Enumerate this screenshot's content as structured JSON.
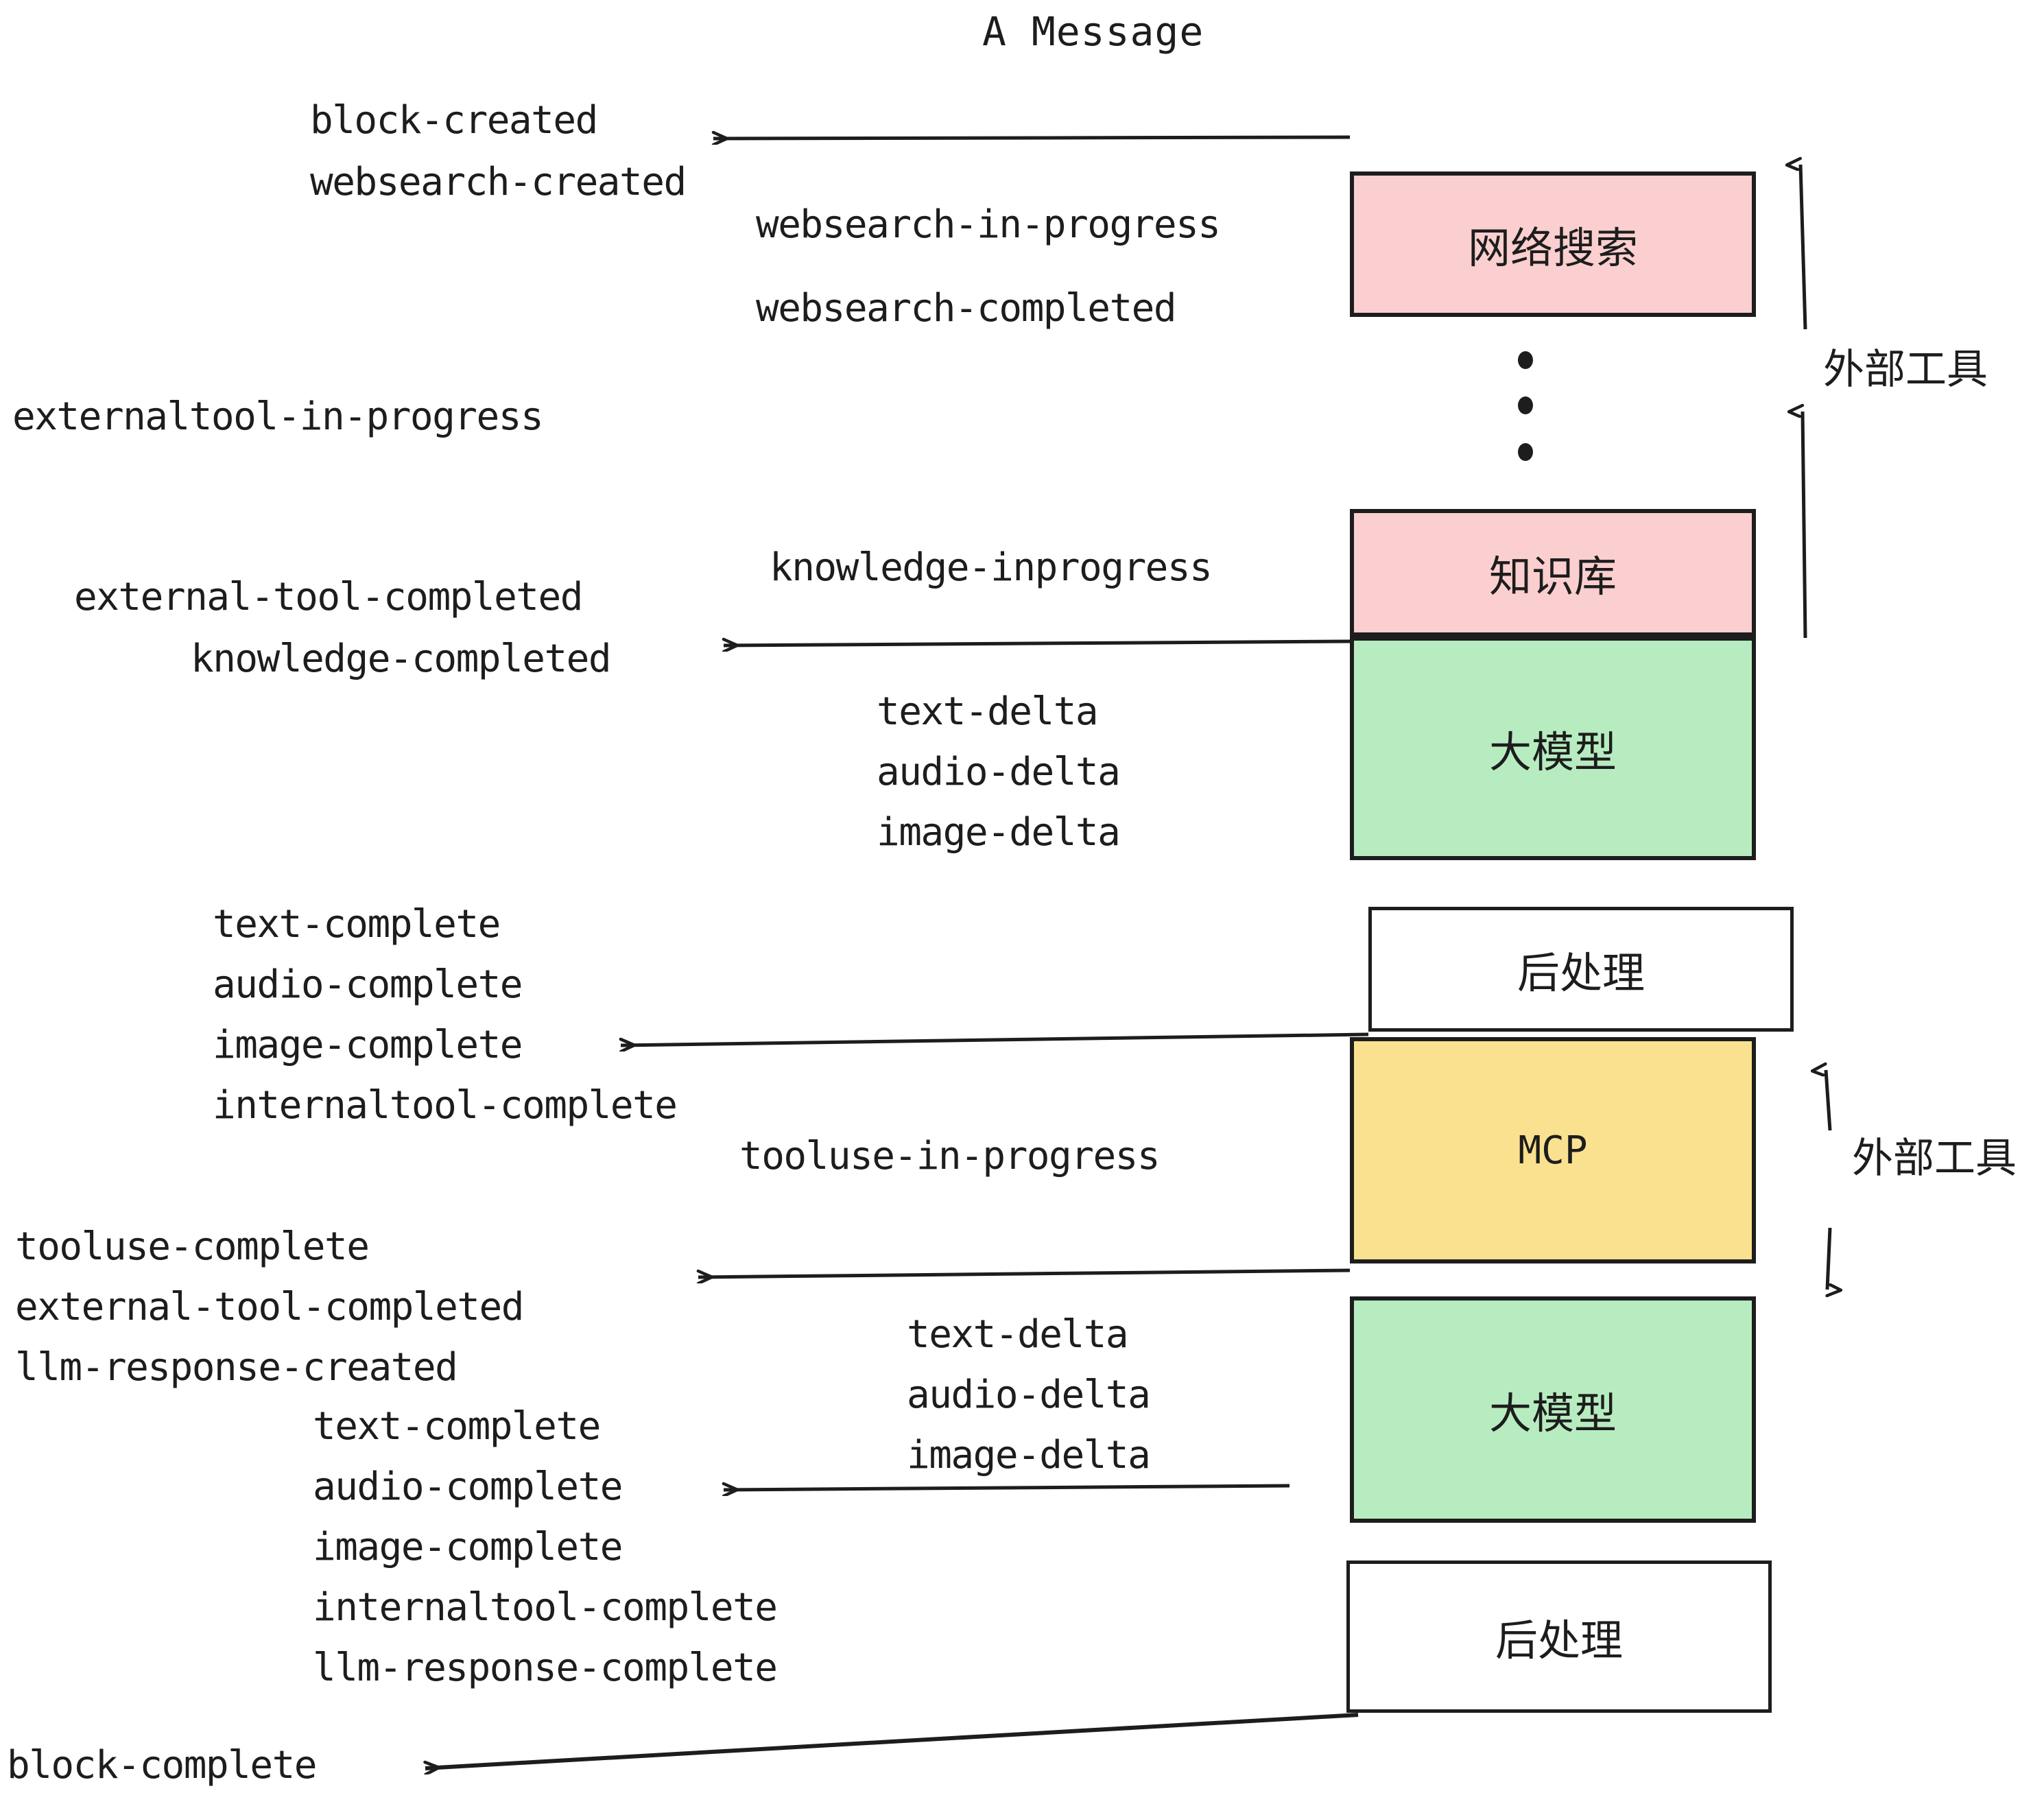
{
  "title": "A Message",
  "colors": {
    "external_tool_box": "#fbcfcf",
    "llm_box": "#b7ecc0",
    "mcp_box": "#fae18f",
    "postprocess_box": "#ffffff",
    "stroke": "#1d1d1d"
  },
  "nodes": [
    {
      "id": "websearch",
      "label": "网络搜索",
      "fill": "pink"
    },
    {
      "id": "knowledge",
      "label": "知识库",
      "fill": "pink"
    },
    {
      "id": "llm-1",
      "label": "大模型",
      "fill": "green"
    },
    {
      "id": "postprocess-1",
      "label": "后处理",
      "fill": "white"
    },
    {
      "id": "mcp",
      "label": "MCP",
      "fill": "yellow"
    },
    {
      "id": "llm-2",
      "label": "大模型",
      "fill": "green"
    },
    {
      "id": "postprocess-2",
      "label": "后处理",
      "fill": "white"
    }
  ],
  "side_labels": [
    {
      "id": "external-tool-top",
      "text": "外部工具"
    },
    {
      "id": "external-tool-bottom",
      "text": "外部工具"
    }
  ],
  "events": [
    {
      "id": "block-created",
      "text": "block-created"
    },
    {
      "id": "websearch-created",
      "text": "websearch-created"
    },
    {
      "id": "websearch-in-progress",
      "text": "websearch-in-progress"
    },
    {
      "id": "websearch-completed",
      "text": "websearch-completed"
    },
    {
      "id": "externaltool-in-progress",
      "text": "externaltool-in-progress"
    },
    {
      "id": "knowledge-inprogress",
      "text": "knowledge-inprogress"
    },
    {
      "id": "external-tool-completed-1",
      "text": "external-tool-completed"
    },
    {
      "id": "knowledge-completed",
      "text": "knowledge-completed"
    },
    {
      "id": "text-delta-1",
      "text": "text-delta"
    },
    {
      "id": "audio-delta-1",
      "text": "audio-delta"
    },
    {
      "id": "image-delta-1",
      "text": "image-delta"
    },
    {
      "id": "text-complete-1",
      "text": "text-complete"
    },
    {
      "id": "audio-complete-1",
      "text": "audio-complete"
    },
    {
      "id": "image-complete-1",
      "text": "image-complete"
    },
    {
      "id": "internaltool-complete-1",
      "text": "internaltool-complete"
    },
    {
      "id": "tooluse-in-progress",
      "text": "tooluse-in-progress"
    },
    {
      "id": "tooluse-complete",
      "text": "tooluse-complete"
    },
    {
      "id": "external-tool-completed-2",
      "text": "external-tool-completed"
    },
    {
      "id": "llm-response-created",
      "text": "llm-response-created"
    },
    {
      "id": "text-delta-2",
      "text": "text-delta"
    },
    {
      "id": "audio-delta-2",
      "text": "audio-delta"
    },
    {
      "id": "image-delta-2",
      "text": "image-delta"
    },
    {
      "id": "text-complete-2",
      "text": "text-complete"
    },
    {
      "id": "audio-complete-2",
      "text": "audio-complete"
    },
    {
      "id": "image-complete-2",
      "text": "image-complete"
    },
    {
      "id": "internaltool-complete-2",
      "text": "internaltool-complete"
    },
    {
      "id": "llm-response-complete",
      "text": "llm-response-complete"
    },
    {
      "id": "block-complete",
      "text": "block-complete"
    }
  ],
  "ellipsis": {
    "id": "vertical-ellipsis",
    "count": 3
  }
}
